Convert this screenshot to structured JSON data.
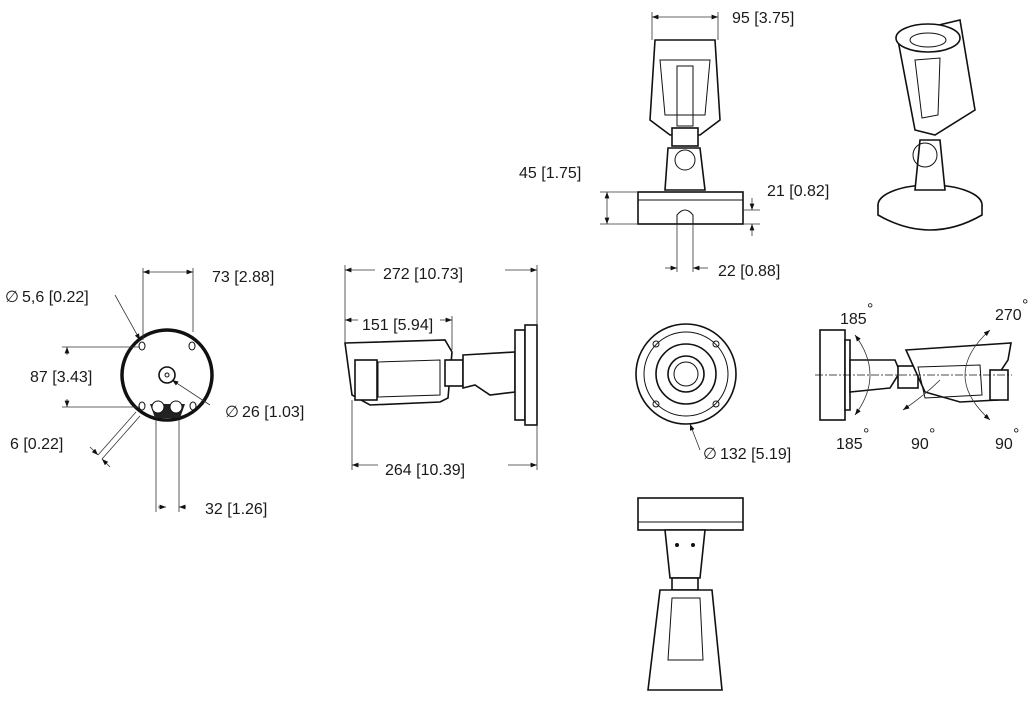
{
  "dimensions": {
    "top_width": "95   [3.75]",
    "base_height": "45   [1.75]",
    "base_thickness": "21   [0.82]",
    "slot_width": "22   [0.88]",
    "mount_hole_diameter": "5,6   [0.22]",
    "mount_width": "73   [2.88]",
    "mount_height": "87   [3.43]",
    "cable_hole_diameter": "26   [1.03]",
    "wall_offset": "6   [0.22]",
    "connector_spacing": "32   [1.26]",
    "total_length": "272   [10.73]",
    "body_length": "151   [5.94]",
    "lower_length": "264   [10.39]",
    "base_diameter": "132   [5.19]"
  },
  "rotation": {
    "pan_top": "185",
    "tilt_top": "270",
    "pan_bottom": "185",
    "tilt_mid": "90",
    "rotate_bottom": "90"
  },
  "symbols": {
    "diameter": "∅",
    "degree": "°"
  }
}
